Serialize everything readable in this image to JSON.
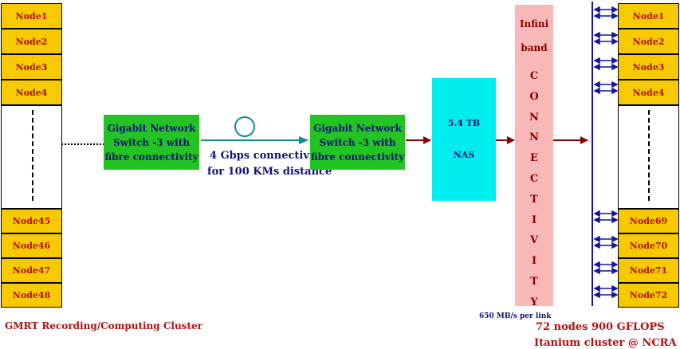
{
  "left_cluster": {
    "nodes_top": [
      "Node1",
      "Node2",
      "Node3",
      "Node4"
    ],
    "nodes_bottom": [
      "Node45",
      "Node46",
      "Node47",
      "Node48"
    ],
    "caption": "GMRT Recording/Computing Cluster"
  },
  "switch_left": {
    "lines": [
      "Gigabit Network",
      "Switch -3 with",
      "fibre connectivity"
    ]
  },
  "link": {
    "line1": "4 Gbps connectivity",
    "line2": "for 100 KMs distance"
  },
  "switch_right": {
    "lines": [
      "Gigabit Network",
      "Switch -3 with",
      "fibre connectivity"
    ]
  },
  "nas": {
    "size": "5.4 TB",
    "label": "NAS"
  },
  "infiniband": {
    "title1": "Infini",
    "title2": "band",
    "letters": [
      "C",
      "O",
      "N",
      "N",
      "E",
      "C",
      "T",
      "I",
      "V",
      "I",
      "T",
      "Y"
    ],
    "link_speed": "650 MB/s per link"
  },
  "right_cluster": {
    "nodes_top": [
      "Node1",
      "Node2",
      "Node3",
      "Node4"
    ],
    "nodes_bottom": [
      "Node69",
      "Node70",
      "Node71",
      "Node72"
    ],
    "caption1": "72 nodes 900 GFLOPS",
    "caption2": "Itanium cluster  @ NCRA"
  },
  "colors": {
    "node_fill": "#f7ca00",
    "node_text": "#b01010",
    "switch_fill": "#22c322",
    "nas_fill": "#00eef0",
    "infiniband_fill": "#f8b8b8",
    "arrow_dark_red": "#8b0000",
    "teal_link": "#0f8f8f",
    "bus_blue": "#1414a0"
  }
}
